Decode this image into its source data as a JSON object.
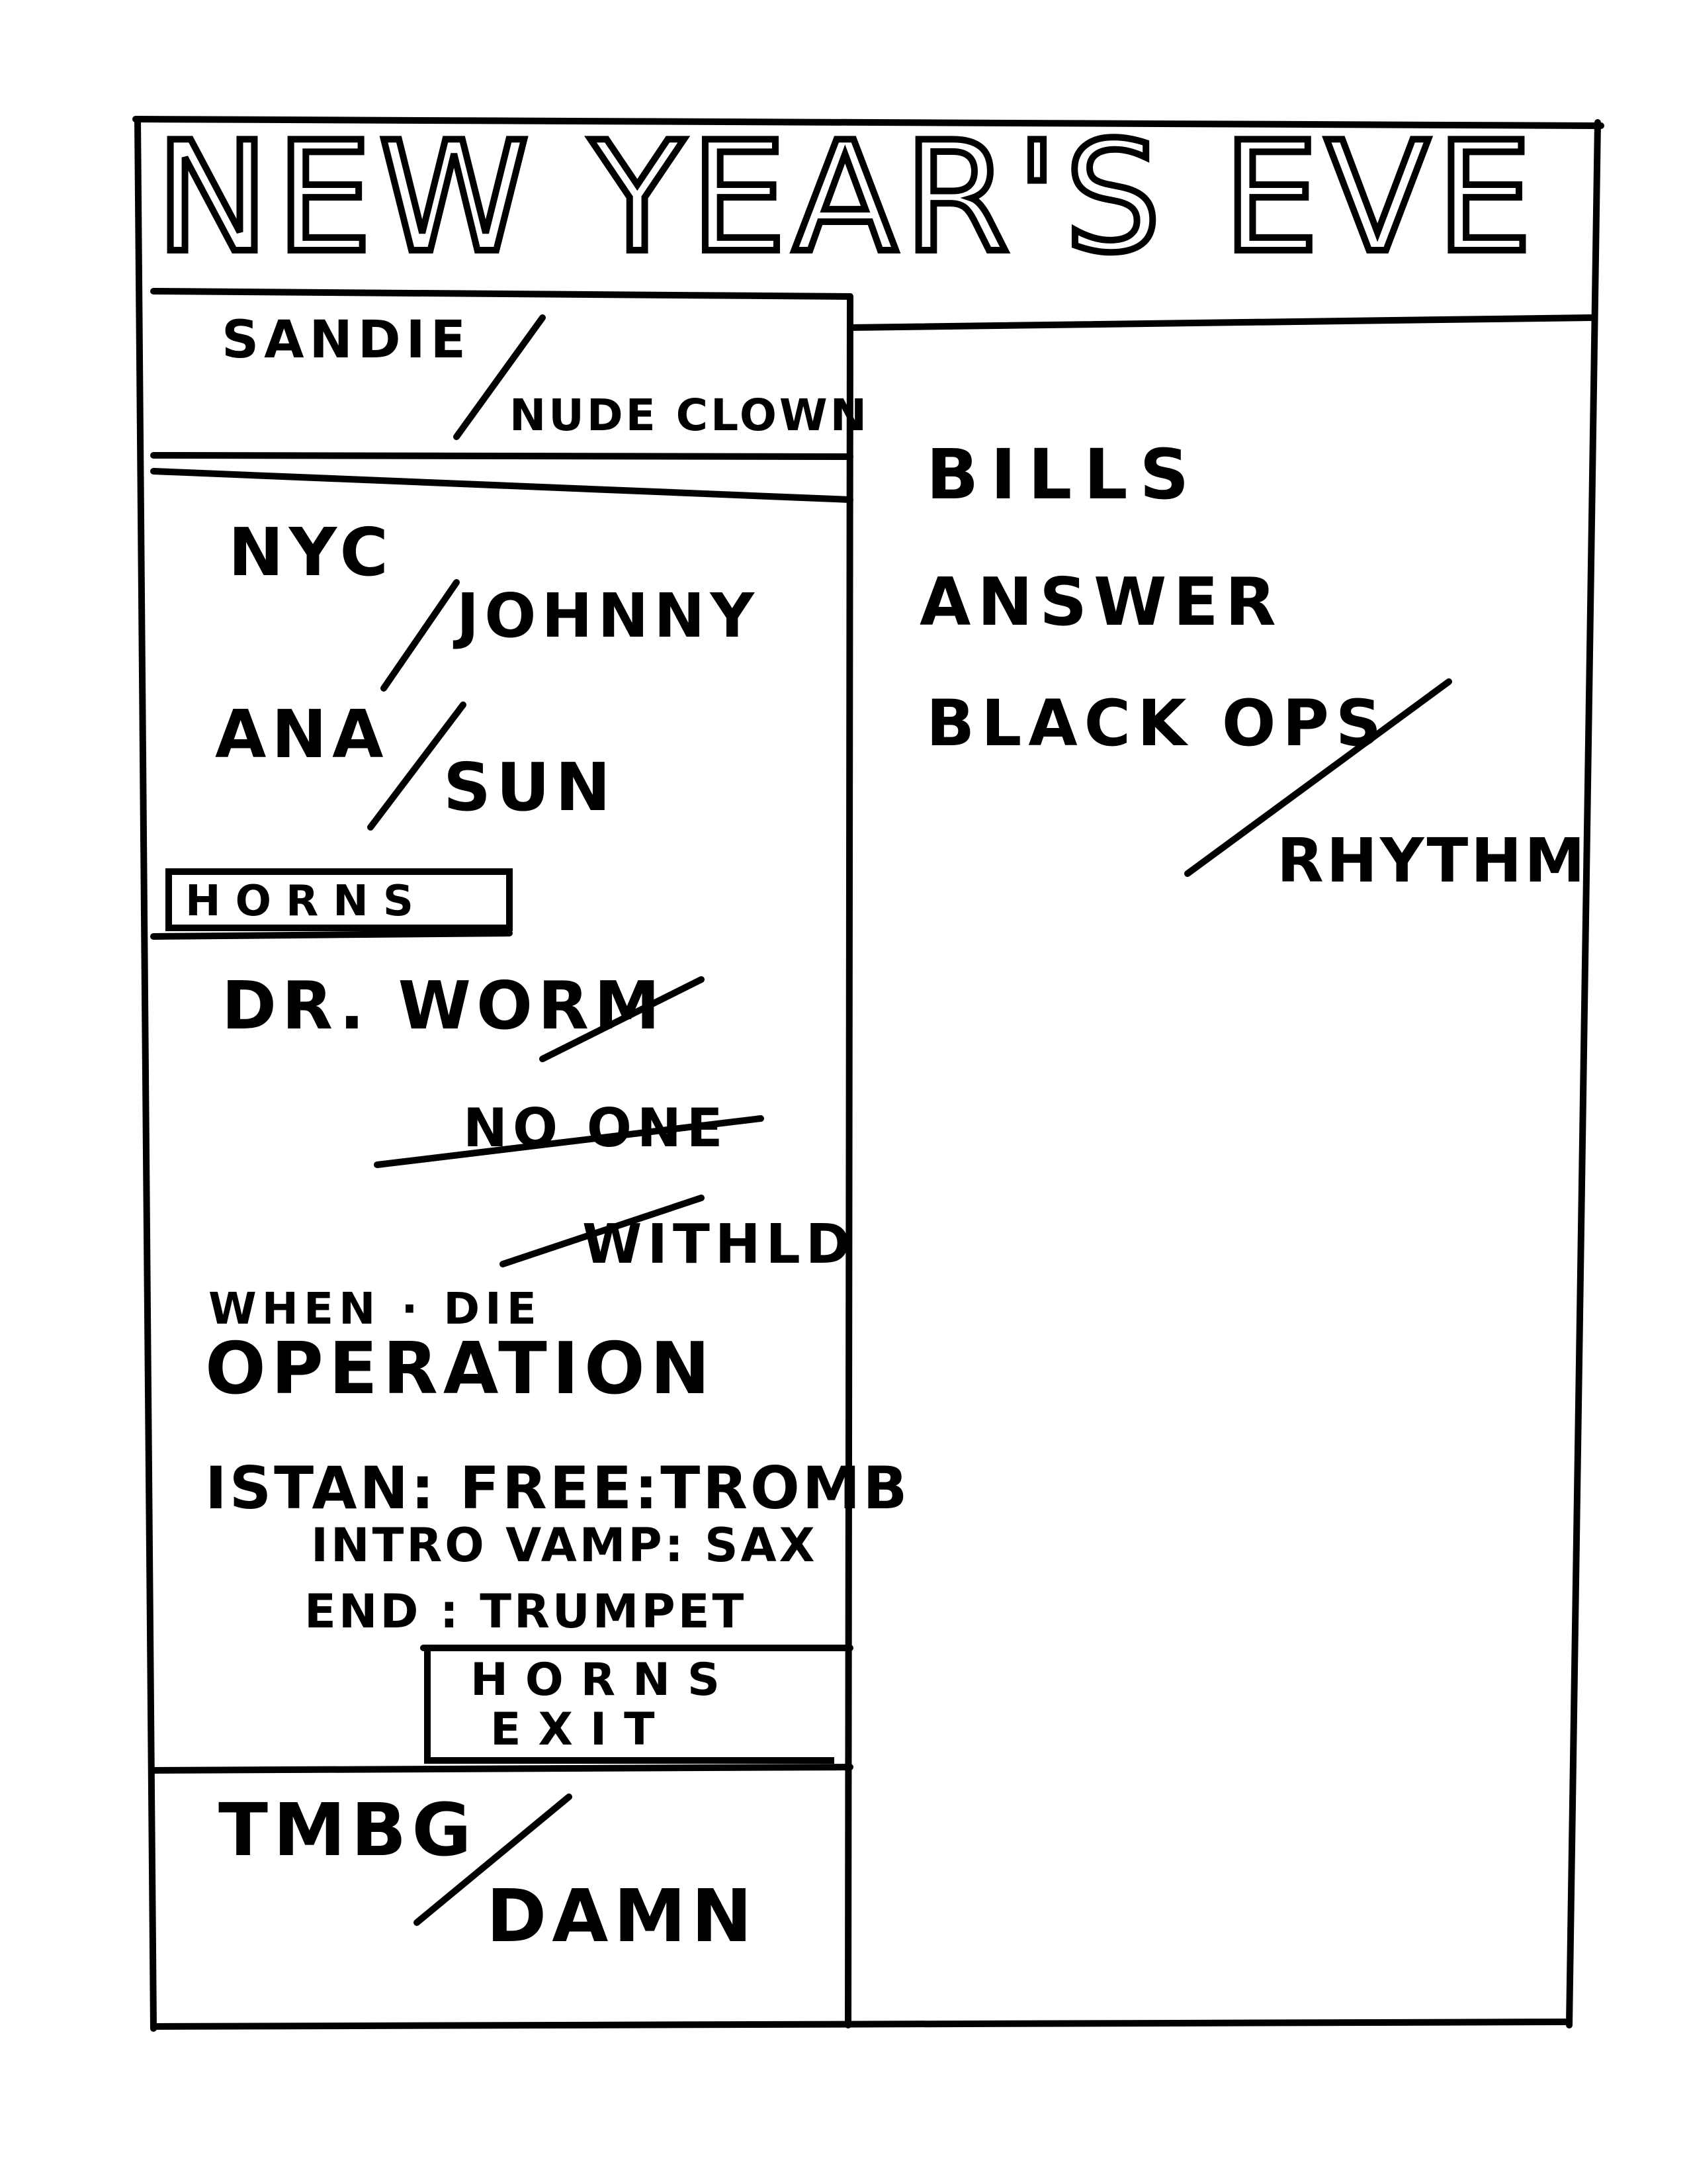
{
  "title": "NEW YEAR'S EVE",
  "left_column": {
    "header_box": {
      "item": "SANDIE",
      "next": "NUDE CLOWN"
    },
    "items": [
      {
        "item": "NYC",
        "next": "JOHNNY"
      },
      {
        "item": "ANA",
        "next": "SUN"
      }
    ],
    "horns_label": "HORNS",
    "horns_items": [
      {
        "item": "DR. WORM"
      },
      {
        "item": "NO ONE"
      },
      {
        "item": "WITHLD"
      },
      {
        "item": "WHEN · DIE"
      },
      {
        "item": "OPERATION"
      }
    ],
    "notes": [
      "ISTAN: FREE:TROMB",
      "INTRO VAMP: SAX",
      "END : TRUMPET"
    ],
    "horns_exit": [
      "HORNS",
      "EXIT"
    ],
    "closer": {
      "item": "TMBG",
      "next": "DAMN"
    }
  },
  "right_column": {
    "items": [
      "BILLS",
      "ANSWER",
      "BLACK OPS"
    ],
    "next": "RHYTHM"
  }
}
